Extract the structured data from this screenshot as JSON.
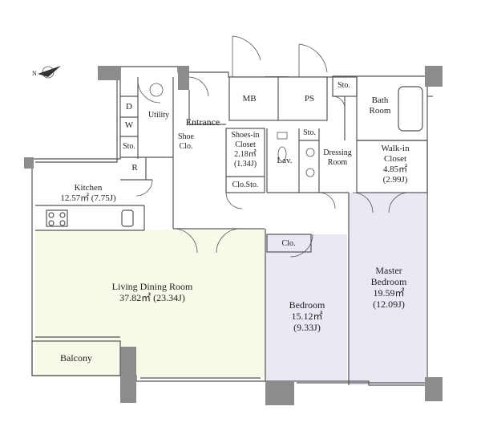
{
  "compass": {
    "label": "N"
  },
  "rooms": {
    "mb": "MB",
    "ps": "PS",
    "sto_top": "Sto.",
    "bath": "Bath\nRoom",
    "d": "D",
    "w": "W",
    "utility": "Utility",
    "sto_left": "Sto.",
    "r": "R",
    "entrance": "Entrance",
    "shoe": "Shoe\nClo.",
    "shoes_in_closet": "Shoes-in\nCloset\n2.18㎡\n(1.34J)",
    "clo_sto": "Clo.Sto.",
    "lav": "Lav.",
    "sto_mid": "Sto.",
    "dressing": "Dressing\nRoom",
    "walkin": "Walk-in\nCloset\n4.85㎡\n(2.99J)",
    "kitchen": "Kitchen\n12.57㎡ (7.75J)",
    "clo": "Clo.",
    "ldk": "Living Dining Room\n37.82㎡ (23.34J)",
    "bedroom": "Bedroom\n15.12㎡\n(9.33J)",
    "master": "Master\nBedroom\n19.59㎡\n(12.09J)",
    "balcony": "Balcony"
  },
  "colors": {
    "wall": "#8c8c8c",
    "living_fill": "#f8f9e8",
    "bedroom_fill": "#e8e9f2",
    "line": "#555555"
  }
}
